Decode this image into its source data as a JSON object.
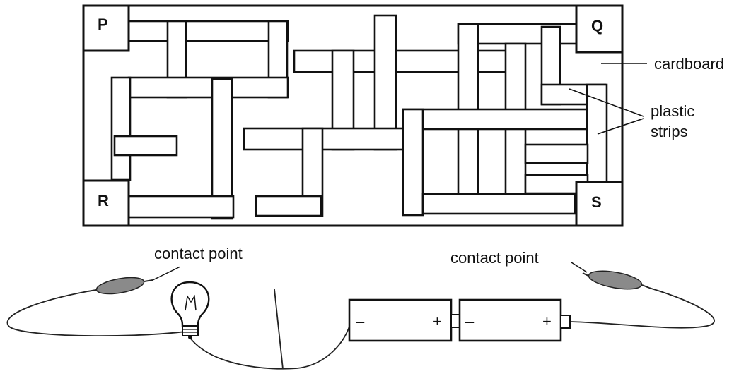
{
  "board": {
    "corners": {
      "p": "P",
      "q": "Q",
      "r": "R",
      "s": "S"
    },
    "labels": {
      "cardboard": "cardboard",
      "plastic_line1": "plastic",
      "plastic_line2": "strips"
    }
  },
  "circuit": {
    "contact_left": "contact point",
    "contact_right": "contact point",
    "battery1": {
      "minus": "–",
      "plus": "+"
    },
    "battery2": {
      "minus": "–",
      "plus": "+"
    }
  }
}
